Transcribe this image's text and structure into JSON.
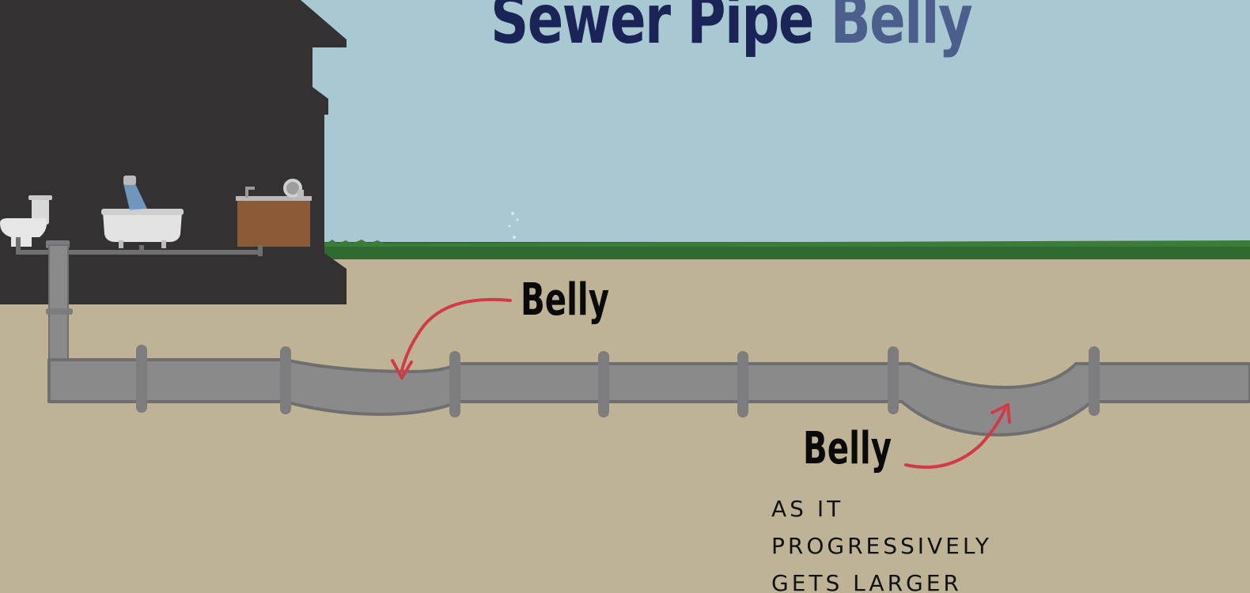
{
  "title": {
    "main": "Sewer Pipe",
    "accent": "Belly"
  },
  "labels": {
    "belly_top": "Belly",
    "belly_bottom": "Belly",
    "note_lines": [
      "AS IT",
      "PROGRESSIVELY",
      "GETS LARGER"
    ]
  },
  "colors": {
    "sky": "#a9c9d2",
    "soil": "#beb495",
    "grass": "#2f6b30",
    "house": "#333132",
    "pipe": "#8b8a8b",
    "pipe_outline": "#6f6e70",
    "arrow": "#d23a46",
    "title_dark": "#1b2457",
    "title_light": "#4b5e8c"
  }
}
